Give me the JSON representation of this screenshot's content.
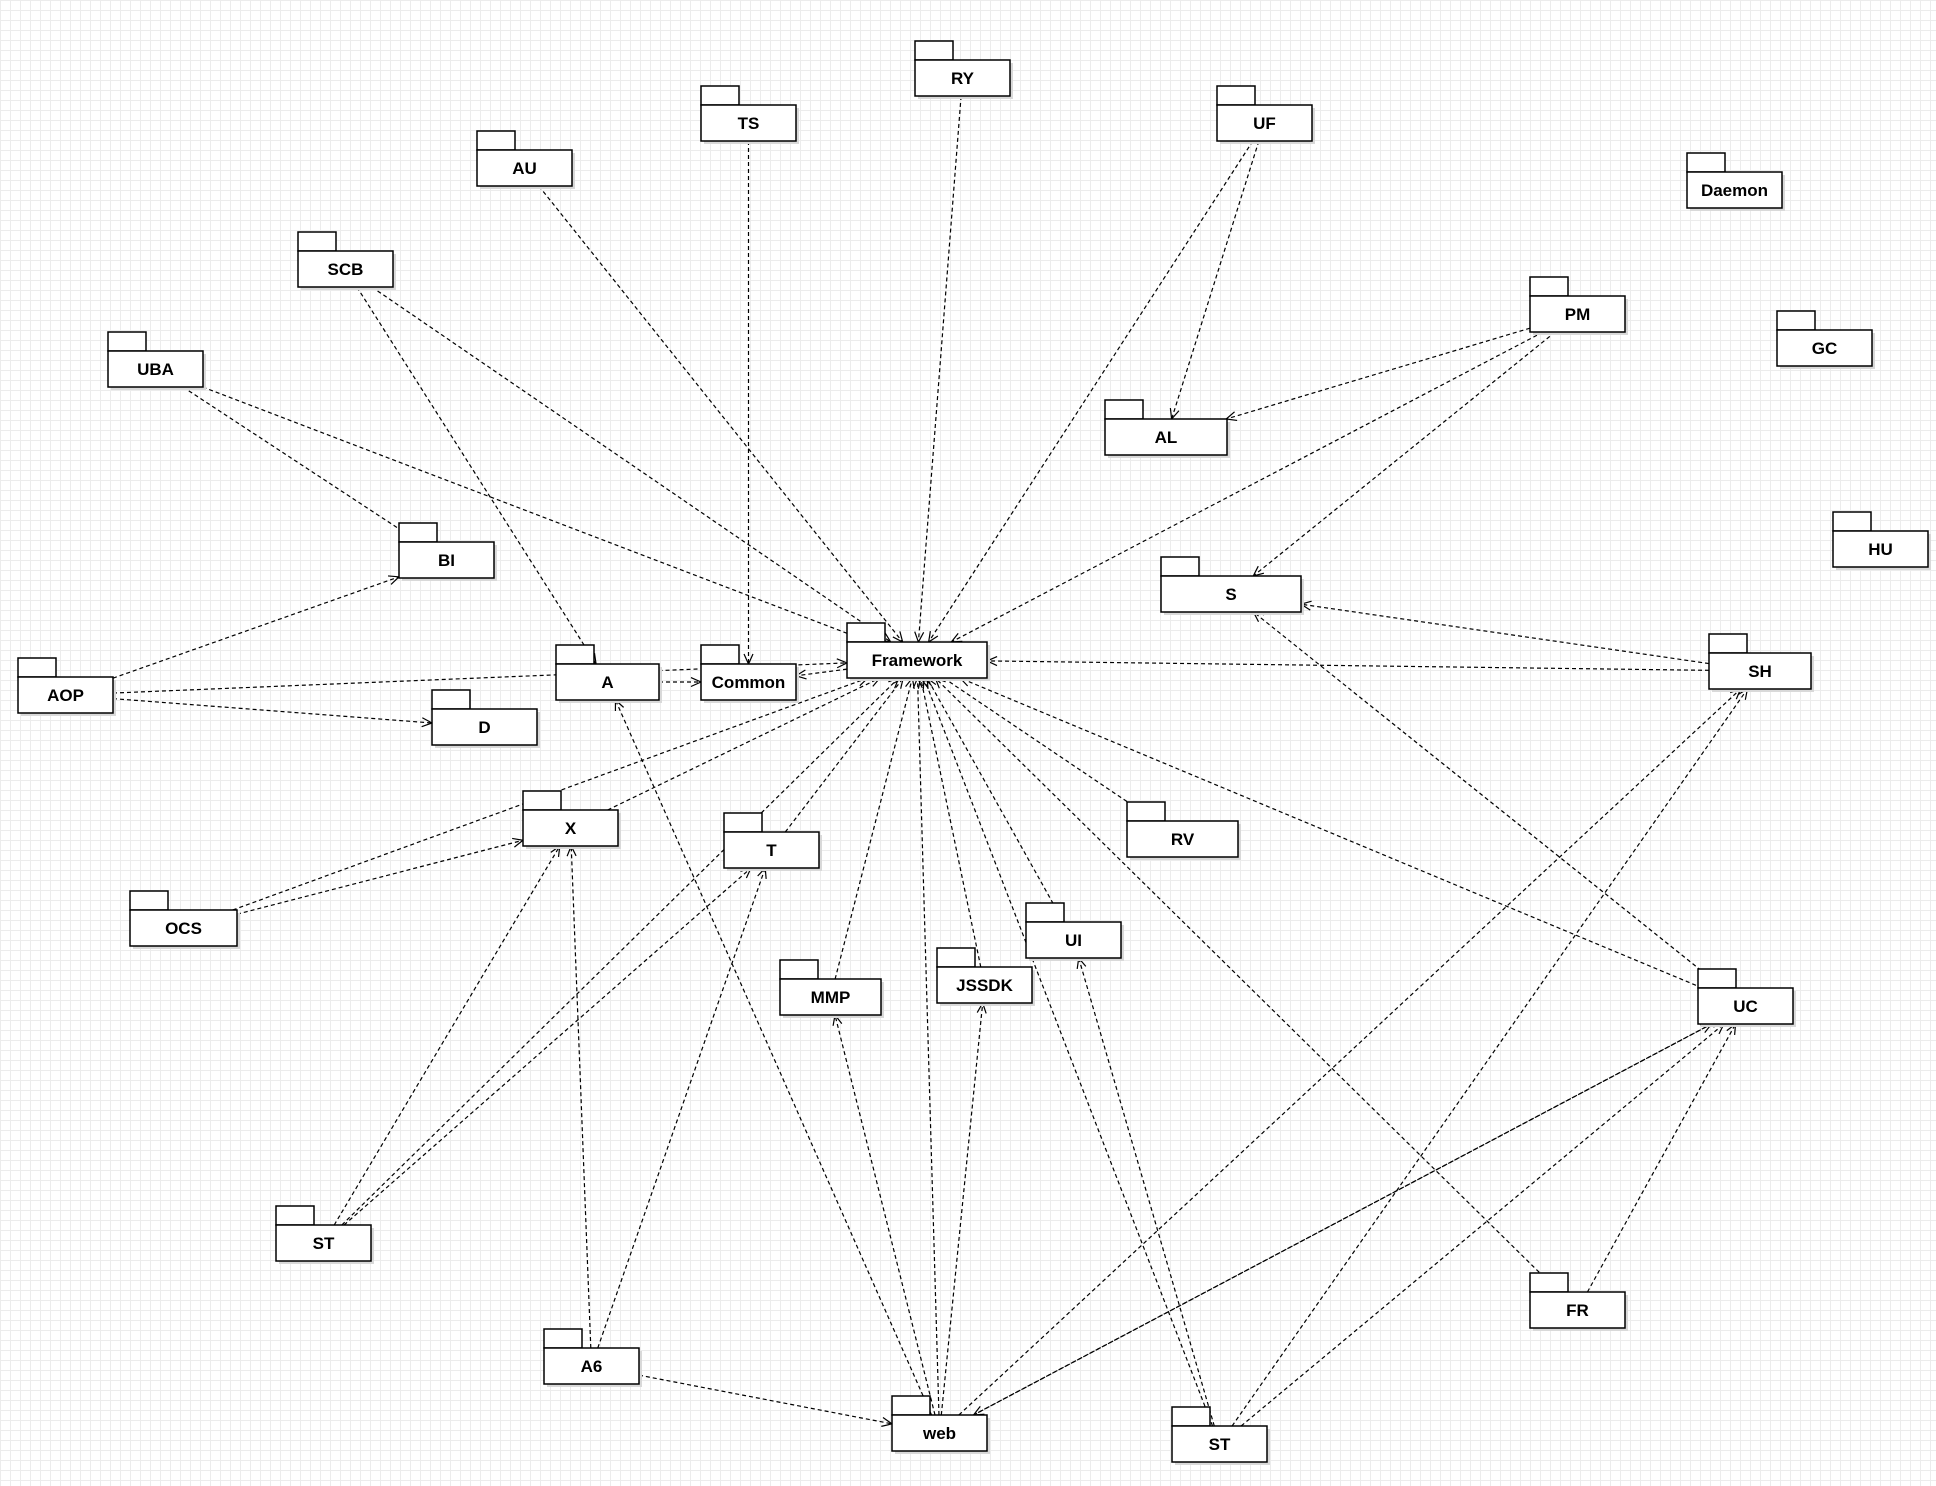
{
  "diagram": {
    "packages": [
      {
        "id": "RY",
        "label": "RY"
      },
      {
        "id": "TS",
        "label": "TS"
      },
      {
        "id": "UF",
        "label": "UF"
      },
      {
        "id": "AU",
        "label": "AU"
      },
      {
        "id": "Daemon",
        "label": "Daemon"
      },
      {
        "id": "SCB",
        "label": "SCB"
      },
      {
        "id": "PM",
        "label": "PM"
      },
      {
        "id": "UBA",
        "label": "UBA"
      },
      {
        "id": "GC",
        "label": "GC"
      },
      {
        "id": "AL",
        "label": "AL"
      },
      {
        "id": "BI",
        "label": "BI"
      },
      {
        "id": "HU",
        "label": "HU"
      },
      {
        "id": "S",
        "label": "S"
      },
      {
        "id": "Framework",
        "label": "Framework"
      },
      {
        "id": "A",
        "label": "A"
      },
      {
        "id": "Common",
        "label": "Common"
      },
      {
        "id": "AOP",
        "label": "AOP"
      },
      {
        "id": "SH",
        "label": "SH"
      },
      {
        "id": "D",
        "label": "D"
      },
      {
        "id": "X",
        "label": "X"
      },
      {
        "id": "T",
        "label": "T"
      },
      {
        "id": "RV",
        "label": "RV"
      },
      {
        "id": "OCS",
        "label": "OCS"
      },
      {
        "id": "UI",
        "label": "UI"
      },
      {
        "id": "MMP",
        "label": "MMP"
      },
      {
        "id": "JSSDK",
        "label": "JSSDK"
      },
      {
        "id": "UC",
        "label": "UC"
      },
      {
        "id": "ST1",
        "label": "ST"
      },
      {
        "id": "FR",
        "label": "FR"
      },
      {
        "id": "A6",
        "label": "A6"
      },
      {
        "id": "web",
        "label": "web"
      },
      {
        "id": "ST2",
        "label": "ST"
      }
    ],
    "dependencies": [
      {
        "from": "RY",
        "to": "Framework"
      },
      {
        "from": "TS",
        "to": "Common"
      },
      {
        "from": "AU",
        "to": "Framework"
      },
      {
        "from": "UF",
        "to": "Framework"
      },
      {
        "from": "UF",
        "to": "AL"
      },
      {
        "from": "SCB",
        "to": "Framework"
      },
      {
        "from": "SCB",
        "to": "A"
      },
      {
        "from": "UBA",
        "to": "Framework"
      },
      {
        "from": "UBA",
        "to": "BI"
      },
      {
        "from": "PM",
        "to": "AL"
      },
      {
        "from": "PM",
        "to": "Framework"
      },
      {
        "from": "PM",
        "to": "S"
      },
      {
        "from": "AOP",
        "to": "BI"
      },
      {
        "from": "AOP",
        "to": "Framework"
      },
      {
        "from": "AOP",
        "to": "D"
      },
      {
        "from": "A",
        "to": "Common"
      },
      {
        "from": "Framework",
        "to": "Common"
      },
      {
        "from": "SH",
        "to": "S"
      },
      {
        "from": "SH",
        "to": "Framework"
      },
      {
        "from": "X",
        "to": "Framework"
      },
      {
        "from": "OCS",
        "to": "Framework"
      },
      {
        "from": "OCS",
        "to": "X"
      },
      {
        "from": "Framework",
        "to": "RV"
      },
      {
        "from": "MMP",
        "to": "Framework"
      },
      {
        "from": "JSSDK",
        "to": "Framework"
      },
      {
        "from": "UI",
        "to": "Framework"
      },
      {
        "from": "UC",
        "to": "S"
      },
      {
        "from": "UC",
        "to": "Framework"
      },
      {
        "from": "ST1",
        "to": "X"
      },
      {
        "from": "ST1",
        "to": "T"
      },
      {
        "from": "ST1",
        "to": "Framework"
      },
      {
        "from": "A6",
        "to": "X"
      },
      {
        "from": "A6",
        "to": "T"
      },
      {
        "from": "A6",
        "to": "web"
      },
      {
        "from": "web",
        "to": "A"
      },
      {
        "from": "web",
        "to": "MMP"
      },
      {
        "from": "web",
        "to": "JSSDK"
      },
      {
        "from": "web",
        "to": "Framework"
      },
      {
        "from": "web",
        "to": "SH"
      },
      {
        "from": "web",
        "to": "UC"
      },
      {
        "from": "UC",
        "to": "web"
      },
      {
        "from": "FR",
        "to": "UC"
      },
      {
        "from": "FR",
        "to": "Framework"
      },
      {
        "from": "ST2",
        "to": "UI"
      },
      {
        "from": "ST2",
        "to": "Framework"
      },
      {
        "from": "ST2",
        "to": "SH"
      },
      {
        "from": "ST2",
        "to": "UC"
      },
      {
        "from": "T",
        "to": "Framework"
      }
    ]
  }
}
